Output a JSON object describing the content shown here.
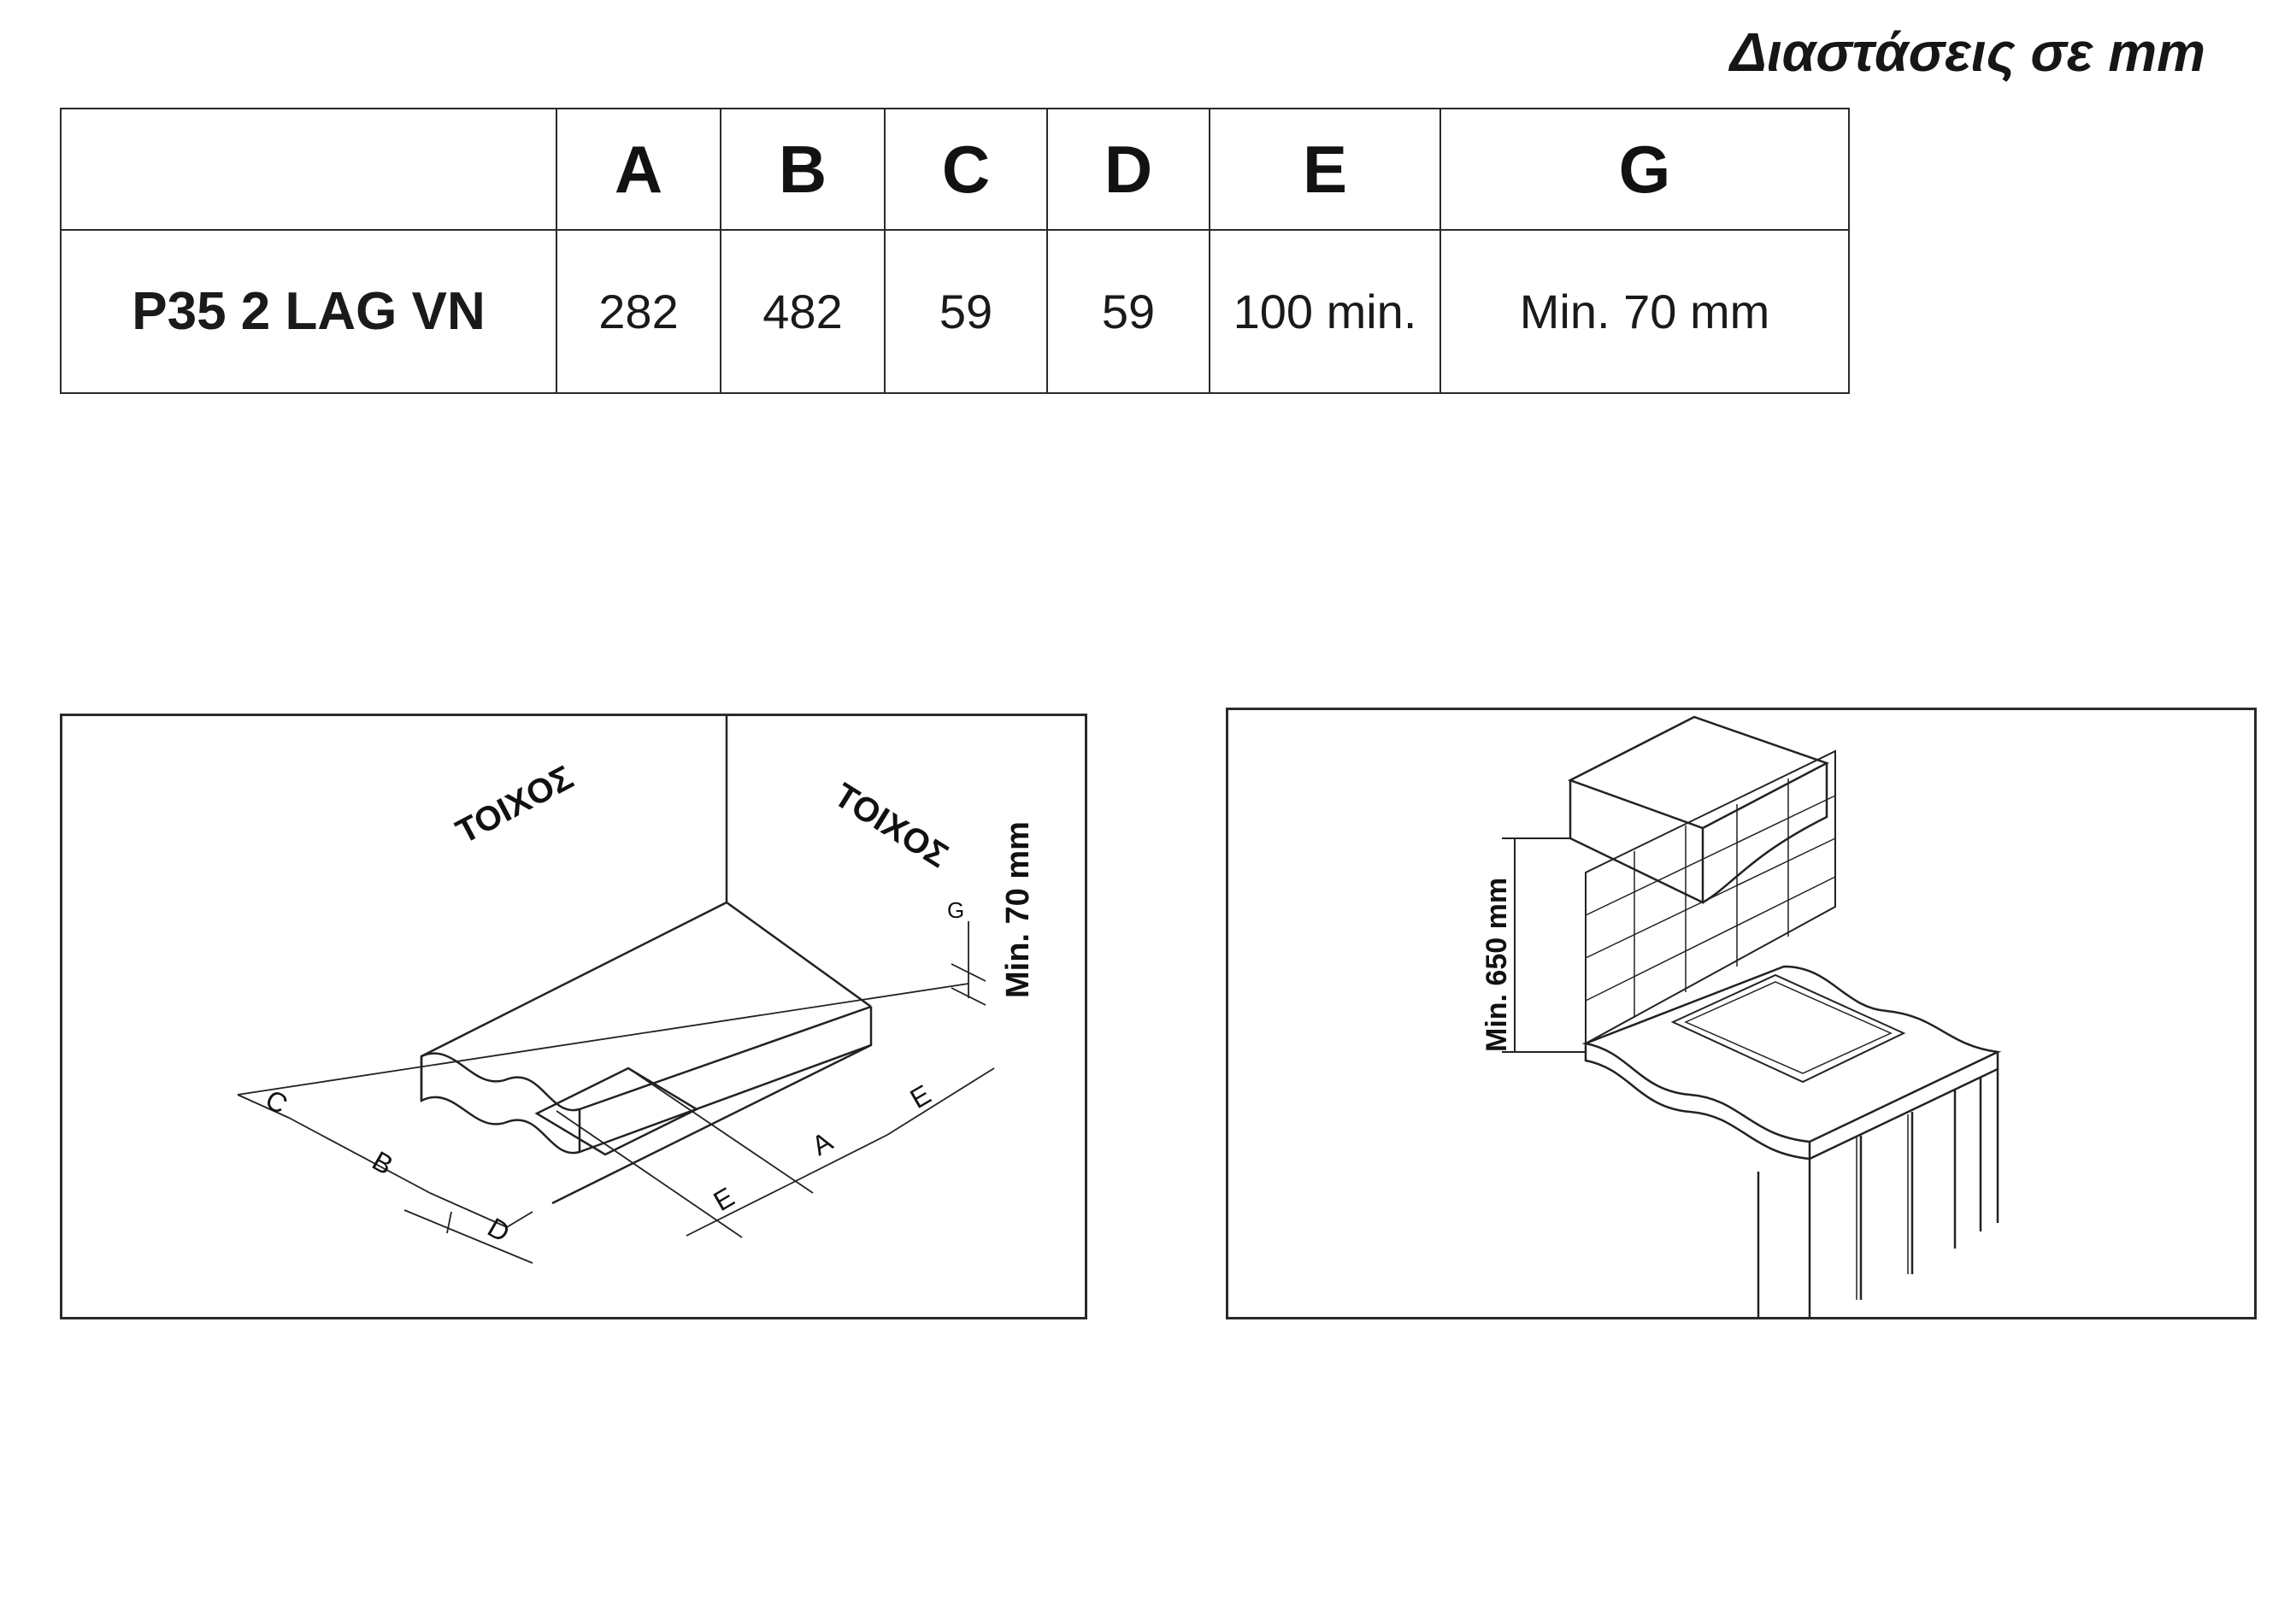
{
  "header": {
    "units_title": "Διαστάσεις σε mm"
  },
  "table": {
    "corner": "",
    "columns": [
      "A",
      "B",
      "C",
      "D",
      "E",
      "G"
    ],
    "rows": [
      {
        "model": "P35 2 LAG VN",
        "values": [
          "282",
          "482",
          "59",
          "59",
          "100 min.",
          "Min.   70 mm"
        ]
      }
    ]
  },
  "left_diagram": {
    "wall_left": "ΤΟΙΧΟΣ",
    "wall_right": "ΤΟΙΧΟΣ",
    "clearance_label": "Min.  70  mm",
    "letters": {
      "a": "A",
      "b": "B",
      "c": "C",
      "d": "D",
      "e1": "E",
      "e2": "E",
      "g": "G"
    }
  },
  "right_diagram": {
    "height_label": "Min. 650 mm"
  }
}
